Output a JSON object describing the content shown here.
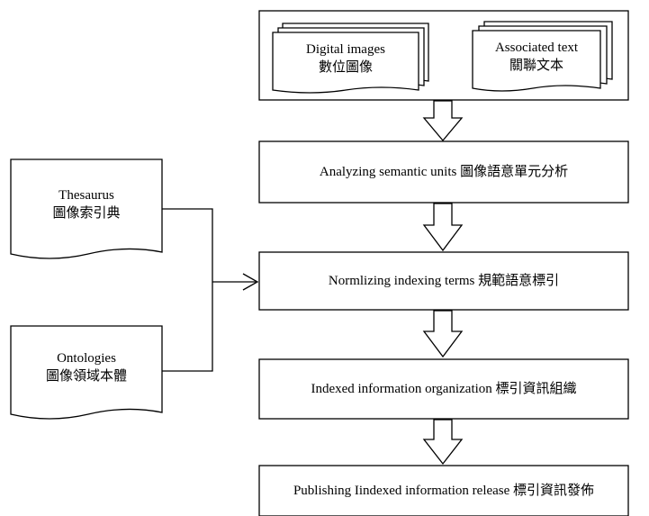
{
  "sources": {
    "digital_images": {
      "en": "Digital images",
      "zh": "數位圖像"
    },
    "associated_text": {
      "en": "Associated text",
      "zh": "關聯文本"
    }
  },
  "resources": {
    "thesaurus": {
      "en": "Thesaurus",
      "zh": "圖像索引典"
    },
    "ontologies": {
      "en": "Ontologies",
      "zh": "圖像領域本體"
    }
  },
  "steps": [
    {
      "label": "Analyzing semantic units 圖像語意單元分析"
    },
    {
      "label": "Normlizing indexing terms 規範語意標引"
    },
    {
      "label": "Indexed information organization 標引資訊組織"
    },
    {
      "label": "Publishing Iindexed information release 標引資訊發佈"
    }
  ]
}
